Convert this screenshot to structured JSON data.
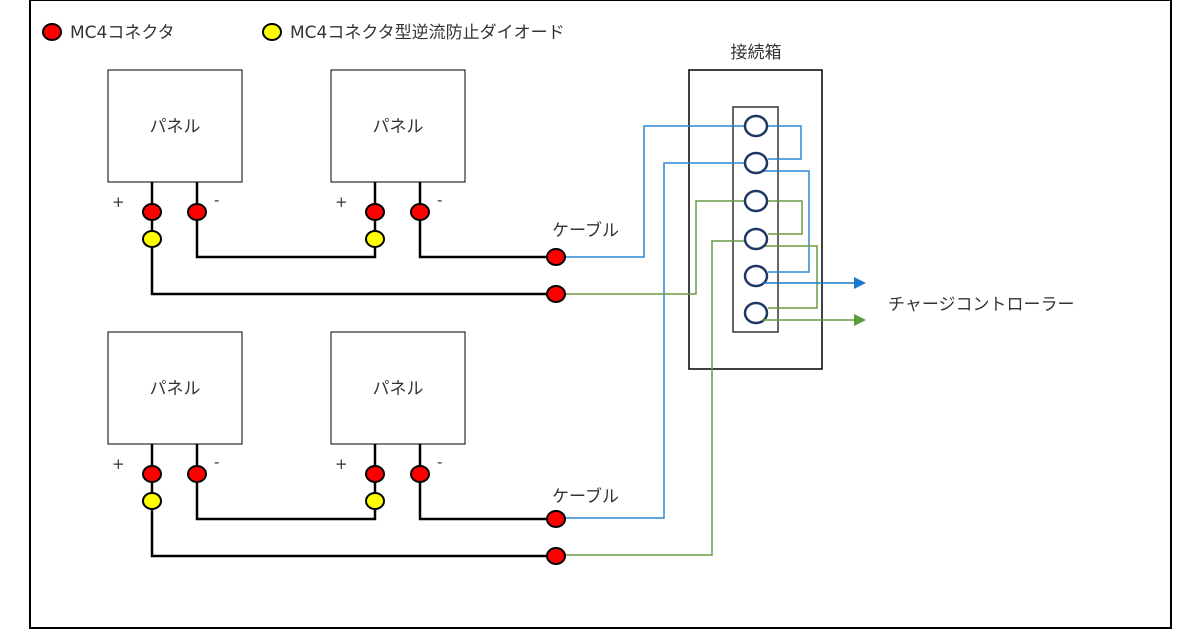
{
  "legend": [
    {
      "label": "MC4コネクタ",
      "color": "#ff0000",
      "icon": "red-connector-dot"
    },
    {
      "label": "MC4コネクタ型逆流防止ダイオード",
      "color": "#ffff00",
      "icon": "yellow-diode-dot"
    }
  ],
  "panel_label": "パネル",
  "plus_label": "+",
  "minus_label": "-",
  "cable_label": "ケーブル",
  "junction_box_label": "接続箱",
  "output_label": "チャージコントローラー",
  "colors": {
    "connector": "#ff0000",
    "diode": "#ffff00",
    "wire_black": "#000000",
    "wire_blue": "#2e86d0",
    "wire_green": "#6a9a45",
    "terminal": "#1f3864",
    "arrow_blue": "#1c78c8",
    "arrow_green": "#5b9a3c"
  },
  "strings": [
    {
      "name": "upper-string",
      "panels": 2
    },
    {
      "name": "lower-string",
      "panels": 2
    }
  ],
  "junction_terminals": 6
}
